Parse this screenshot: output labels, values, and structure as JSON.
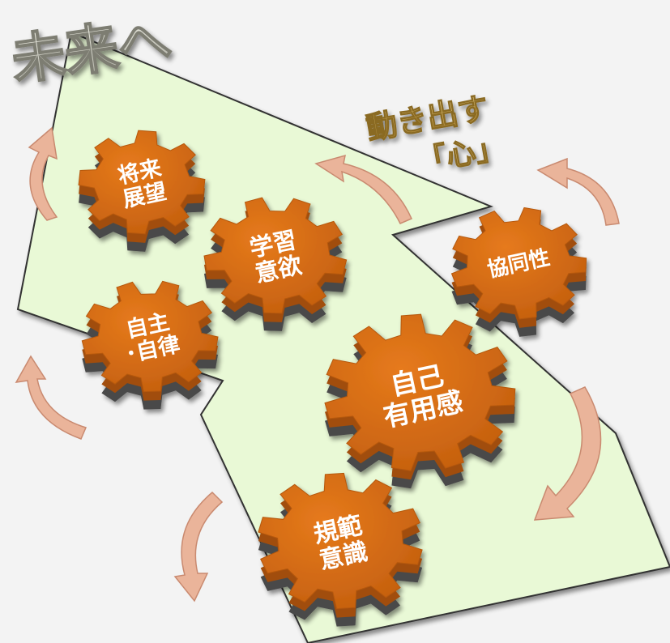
{
  "title": "未来へ",
  "subtitle_line1": "動き出す",
  "subtitle_line2": "「心」",
  "colors": {
    "background": "#f3f3f3",
    "plane": "#e9f9d6",
    "gear_top": "#d86f14",
    "gear_mid": "#a14d0a",
    "gear_base": "#4a4a4a",
    "arrow": "#eab49a",
    "title": "#c9c9bf",
    "subtitle": "#c8a85b"
  },
  "gears": [
    {
      "line1": "将来",
      "line2": "展望"
    },
    {
      "line1": "学習",
      "line2": "意欲"
    },
    {
      "line1": "協同性",
      "line2": ""
    },
    {
      "line1": "自主",
      "line2": "･自律"
    },
    {
      "line1": "自己",
      "line2": "有用感"
    },
    {
      "line1": "規範",
      "line2": "意識"
    }
  ]
}
